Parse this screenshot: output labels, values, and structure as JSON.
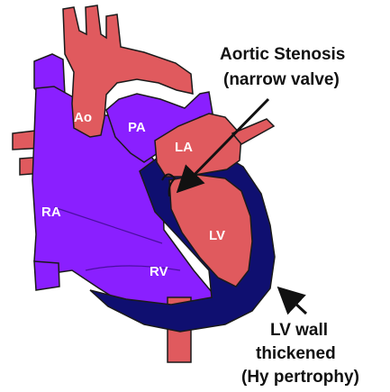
{
  "colors": {
    "red": "#e05a5e",
    "purple": "#8a1fff",
    "navy": "#0f0f70",
    "outline": "#1a1a1a",
    "text_dark": "#111111",
    "text_light": "#ffffff"
  },
  "chambers": {
    "ao": "Ao",
    "pa": "PA",
    "la": "LA",
    "ra": "RA",
    "rv": "RV",
    "lv": "LV"
  },
  "annotations": {
    "stenosis_line1": "Aortic Stenosis",
    "stenosis_line2": "(narrow valve)",
    "hyper_line1": "LV wall",
    "hyper_line2": "thickened",
    "hyper_line3": "(Hy pertrophy)"
  }
}
